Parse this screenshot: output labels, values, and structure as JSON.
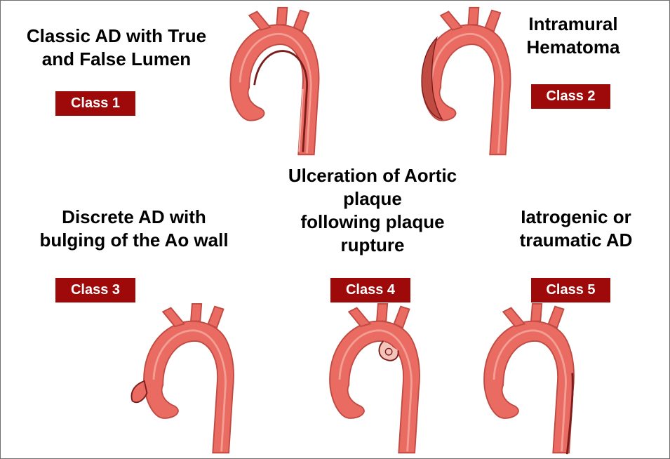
{
  "panels": [
    {
      "caption": [
        "Classic AD with True",
        "and False Lumen"
      ],
      "badge": "Class 1"
    },
    {
      "caption": [
        "Intramural",
        "Hematoma"
      ],
      "badge": "Class 2"
    },
    {
      "caption": [
        "Discrete AD with",
        "bulging of the Ao wall"
      ],
      "badge": "Class 3"
    },
    {
      "caption": [
        "Ulceration of Aortic",
        "plaque",
        "following plaque",
        "rupture"
      ],
      "badge": "Class 4"
    },
    {
      "caption": [
        "Iatrogenic or",
        "traumatic AD"
      ],
      "badge": "Class 5"
    }
  ],
  "colors": {
    "badge_background": "#9e0a0a",
    "badge_text": "#ffffff",
    "aorta_fill": "#ea6b62",
    "aorta_edge": "#c04b43",
    "aorta_highlight": "#f7b3aa",
    "lesion_dark": "#7a1d1d",
    "frame_border": "#6f6f6f"
  },
  "icons": [
    "aortic-arch-icon"
  ]
}
